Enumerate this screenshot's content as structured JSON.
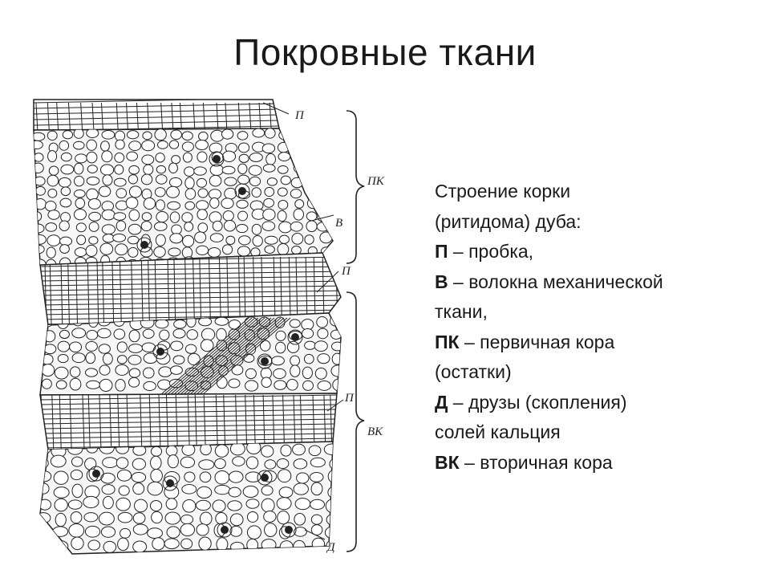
{
  "title": "Покровные ткани",
  "figure": {
    "labels": {
      "p1": "П",
      "pk": "ПК",
      "v": "В",
      "p2": "П",
      "p3": "П",
      "vk": "ВК",
      "d": "Д"
    }
  },
  "legend": {
    "intro_1": "Строение корки",
    "intro_2": "(ритидома) дуба:",
    "items": [
      {
        "key": "П",
        "text": " – пробка,"
      },
      {
        "key": "В",
        "text": " – волокна механической"
      },
      {
        "key": "",
        "text": "ткани,"
      },
      {
        "key": "ПК",
        "text": " – первичная кора"
      },
      {
        "key": "",
        "text": "(остатки)"
      },
      {
        "key": "Д",
        "text": " – друзы (скопления)"
      },
      {
        "key": "",
        "text": "солей кальция"
      },
      {
        "key": "ВК",
        "text": " – вторичная кора"
      }
    ]
  },
  "colors": {
    "ink": "#222222",
    "background": "#ffffff"
  }
}
